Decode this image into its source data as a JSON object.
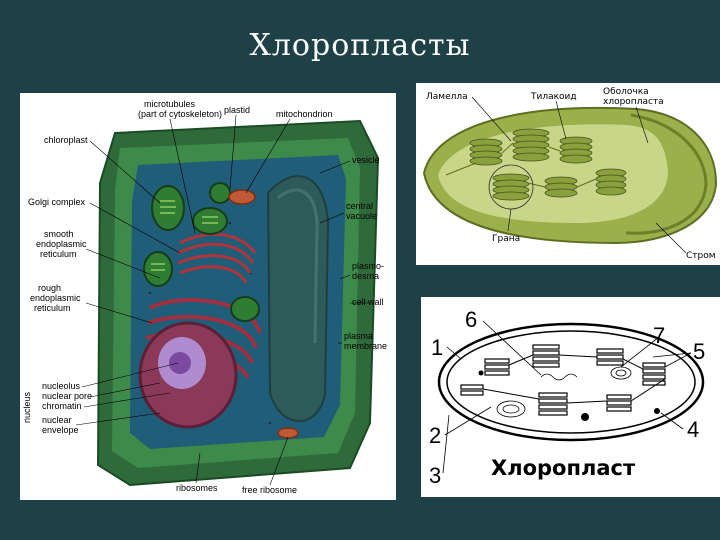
{
  "slide": {
    "title": "Хлоропласты"
  },
  "cell_diagram": {
    "labels": {
      "microtubules": "microtubules",
      "cytoskeleton": "(part of cytoskeleton)",
      "plastid": "plastid",
      "mitochondrion": "mitochondrion",
      "chloroplast": "chloroplast",
      "vesicle": "vesicle",
      "golgi": "Golgi complex",
      "central_vacuole_1": "central",
      "central_vacuole_2": "vacuole",
      "smooth_er_1": "smooth",
      "smooth_er_2": "endoplasmic",
      "smooth_er_3": "reticulum",
      "plasmodesma_1": "plasmo-",
      "plasmodesma_2": "desma",
      "rough_er_1": "rough",
      "rough_er_2": "endoplasmic",
      "rough_er_3": "reticulum",
      "cell_wall": "cell wall",
      "plasma_membrane_1": "plasma",
      "plasma_membrane_2": "membrane",
      "nucleolus": "nucleolus",
      "nuclear_pore": "nuclear pore",
      "chromatin": "chromatin",
      "nuclear_envelope_1": "nuclear",
      "nuclear_envelope_2": "envelope",
      "nucleus": "nucleus",
      "ribosomes": "ribosomes",
      "free_ribosome": "free ribosome"
    }
  },
  "chloroplast_3d": {
    "labels": {
      "lamella": "Ламелла",
      "thylakoid": "Тилакоид",
      "envelope_1": "Оболочка",
      "envelope_2": "хлоропласта",
      "granum": "Грана",
      "stroma": "Стром"
    }
  },
  "chloroplast_scheme": {
    "title": "Хлоропласт",
    "numbers": {
      "n1": "1",
      "n2": "2",
      "n3": "3",
      "n4": "4",
      "n5": "5",
      "n6": "6",
      "n7": "7"
    }
  },
  "colors": {
    "background": "#1e4148",
    "cell_wall": "#2f6b3a",
    "cytoplasm": "#1f5d78",
    "vacuole": "#2f5a5a",
    "nucleus": "#8a3a58",
    "chloroplast": "#2e7d32",
    "chloroplast_3d_body": "#9bb04a"
  }
}
